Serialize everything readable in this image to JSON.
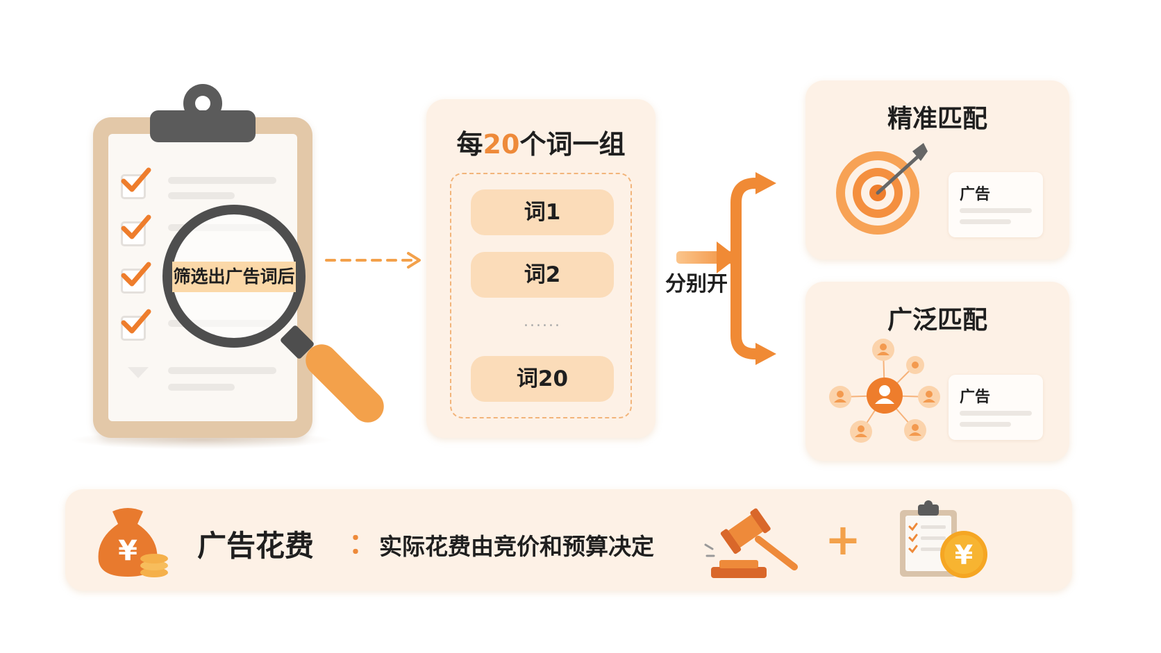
{
  "filter": {
    "lens_text": "筛选出广告词后"
  },
  "group": {
    "title_prefix": "每",
    "title_number": "20",
    "title_suffix": "个词一组",
    "words": [
      "词1",
      "词2",
      "词20"
    ],
    "ellipsis": "......"
  },
  "split": {
    "label": "分别开"
  },
  "exact_match": {
    "title": "精准匹配",
    "ad_label": "广告"
  },
  "broad_match": {
    "title": "广泛匹配",
    "ad_label": "广告"
  },
  "cost": {
    "title": "广告花费",
    "colon": "：",
    "description": "实际花费由竞价和预算决定",
    "plus": "+",
    "yen": "¥"
  },
  "colors": {
    "accent": "#ee8a3a",
    "accent_light": "#fbdcb9",
    "card_bg": "#fdf1e6",
    "dark": "#4e4e4e"
  }
}
